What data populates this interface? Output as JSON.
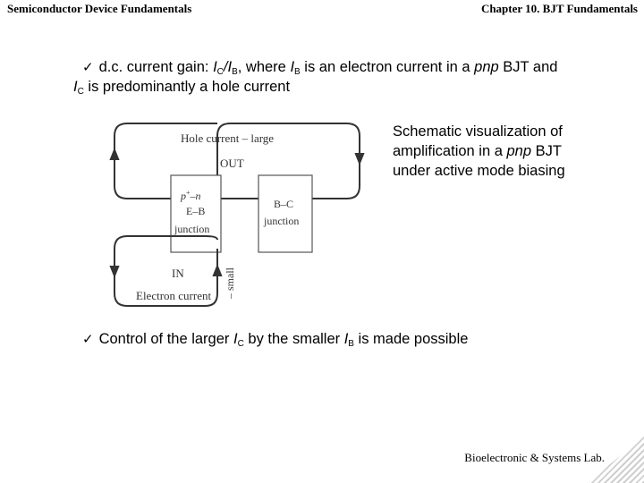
{
  "header": {
    "left": "Semiconductor Device Fundamentals",
    "right": "Chapter 10. BJT Fundamentals"
  },
  "bullet1": {
    "check": "✓",
    "prefix": "d.c. current gain: ",
    "ic": "I",
    "ic_sub": "C",
    "slash": "/",
    "ib": "I",
    "ib_sub": "B",
    "mid": ", where ",
    "ib2": "I",
    "ib2_sub": "B",
    "mid2": " is an electron current in a ",
    "pnp": "pnp",
    "end1": " BJT and",
    "ic2": "I",
    "ic2_sub": "C",
    "end2": " is predominantly a hole current"
  },
  "caption": {
    "line1": "Schematic visualization of",
    "line2a": "amplification in a ",
    "pnp": "pnp",
    "line2b": " BJT",
    "line3": "under active mode biasing"
  },
  "diagram": {
    "hole_current": "Hole current – large",
    "out": "OUT",
    "pn_top": "p",
    "pn_sup": "+",
    "pn_rest": "–n",
    "eb": "E–B",
    "eb_junction": "junction",
    "bc": "B–C",
    "bc_junction": "junction",
    "in": "IN",
    "small": "– small",
    "electron_current": "Electron current"
  },
  "bullet2": {
    "check": "✓",
    "prefix": "Control of the larger ",
    "ic": "I",
    "ic_sub": "C",
    "mid": " by the smaller ",
    "ib": "I",
    "ib_sub": "B",
    "end": " is made possible"
  },
  "footer": {
    "lab": "Bioelectronic & Systems Lab."
  }
}
